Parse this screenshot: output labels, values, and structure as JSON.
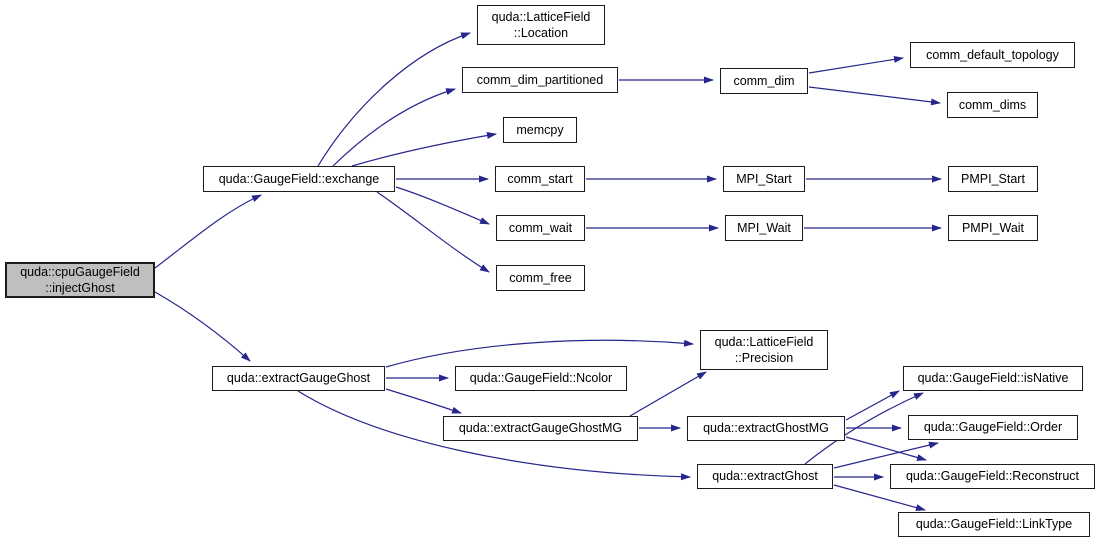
{
  "diagram": {
    "type": "call-graph",
    "root_function": "quda::cpuGaugeField::injectGhost",
    "edge_color": "#26268c",
    "root_fill_color": "#bfbfbf",
    "node_border_color": "#1c1c1c",
    "nodes": {
      "inject_ghost": "quda::cpuGaugeField\n::injectGhost",
      "exchange": "quda::GaugeField::exchange",
      "location": "quda::LatticeField\n::Location",
      "comm_dim_partitioned": "comm_dim_partitioned",
      "memcpy": "memcpy",
      "comm_start": "comm_start",
      "comm_wait": "comm_wait",
      "comm_free": "comm_free",
      "comm_dim": "comm_dim",
      "comm_default_topology": "comm_default_topology",
      "comm_dims": "comm_dims",
      "mpi_start": "MPI_Start",
      "pmpi_start": "PMPI_Start",
      "mpi_wait": "MPI_Wait",
      "pmpi_wait": "PMPI_Wait",
      "extract_gauge_ghost": "quda::extractGaugeGhost",
      "ncolor": "quda::GaugeField::Ncolor",
      "precision": "quda::LatticeField\n::Precision",
      "extract_gauge_ghost_mg": "quda::extractGaugeGhostMG",
      "extract_ghost_mg": "quda::extractGhostMG",
      "is_native": "quda::GaugeField::isNative",
      "order": "quda::GaugeField::Order",
      "extract_ghost": "quda::extractGhost",
      "reconstruct": "quda::GaugeField::Reconstruct",
      "link_type": "quda::GaugeField::LinkType"
    },
    "edges": [
      {
        "from": "quda::cpuGaugeField::injectGhost",
        "to": "quda::GaugeField::exchange"
      },
      {
        "from": "quda::cpuGaugeField::injectGhost",
        "to": "quda::extractGaugeGhost"
      },
      {
        "from": "quda::GaugeField::exchange",
        "to": "quda::LatticeField::Location"
      },
      {
        "from": "quda::GaugeField::exchange",
        "to": "comm_dim_partitioned"
      },
      {
        "from": "quda::GaugeField::exchange",
        "to": "memcpy"
      },
      {
        "from": "quda::GaugeField::exchange",
        "to": "comm_start"
      },
      {
        "from": "quda::GaugeField::exchange",
        "to": "comm_wait"
      },
      {
        "from": "quda::GaugeField::exchange",
        "to": "comm_free"
      },
      {
        "from": "comm_dim_partitioned",
        "to": "comm_dim"
      },
      {
        "from": "comm_dim",
        "to": "comm_default_topology"
      },
      {
        "from": "comm_dim",
        "to": "comm_dims"
      },
      {
        "from": "comm_start",
        "to": "MPI_Start"
      },
      {
        "from": "MPI_Start",
        "to": "PMPI_Start"
      },
      {
        "from": "comm_wait",
        "to": "MPI_Wait"
      },
      {
        "from": "MPI_Wait",
        "to": "PMPI_Wait"
      },
      {
        "from": "quda::extractGaugeGhost",
        "to": "quda::LatticeField::Precision"
      },
      {
        "from": "quda::extractGaugeGhost",
        "to": "quda::GaugeField::Ncolor"
      },
      {
        "from": "quda::extractGaugeGhost",
        "to": "quda::extractGaugeGhostMG"
      },
      {
        "from": "quda::extractGaugeGhost",
        "to": "quda::extractGhost"
      },
      {
        "from": "quda::extractGaugeGhostMG",
        "to": "quda::LatticeField::Precision"
      },
      {
        "from": "quda::extractGaugeGhostMG",
        "to": "quda::extractGhostMG"
      },
      {
        "from": "quda::extractGhostMG",
        "to": "quda::GaugeField::isNative"
      },
      {
        "from": "quda::extractGhostMG",
        "to": "quda::GaugeField::Order"
      },
      {
        "from": "quda::extractGhostMG",
        "to": "quda::GaugeField::Reconstruct"
      },
      {
        "from": "quda::extractGhost",
        "to": "quda::GaugeField::isNative"
      },
      {
        "from": "quda::extractGhost",
        "to": "quda::GaugeField::Order"
      },
      {
        "from": "quda::extractGhost",
        "to": "quda::GaugeField::Reconstruct"
      },
      {
        "from": "quda::extractGhost",
        "to": "quda::GaugeField::LinkType"
      }
    ]
  }
}
